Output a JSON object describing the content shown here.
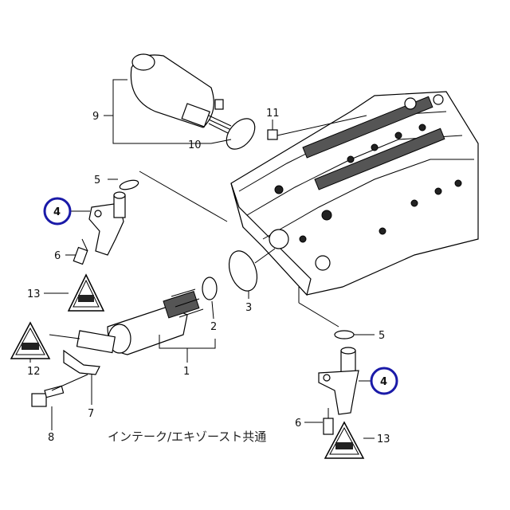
{
  "callouts": {
    "c1": "1",
    "c2": "2",
    "c3": "3",
    "c4a": "4",
    "c4b": "4",
    "c5a": "5",
    "c5b": "5",
    "c6a": "6",
    "c6b": "6",
    "c7": "7",
    "c8": "8",
    "c9": "9",
    "c10": "10",
    "c11": "11",
    "c12": "12",
    "c13a": "13",
    "c13b": "13"
  },
  "caption": "インテーク/エキゾースト共通",
  "colors": {
    "highlight": "#1a1aa8",
    "ink": "#000000"
  },
  "symbols": {
    "warning_label_icon": "warning-label-triangle"
  }
}
